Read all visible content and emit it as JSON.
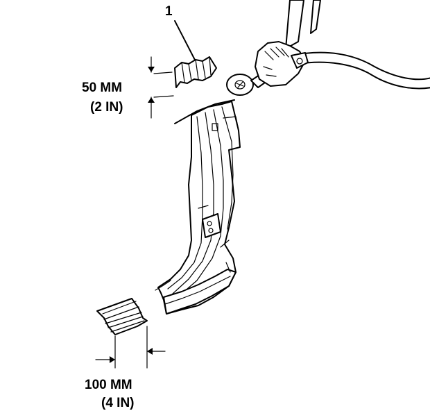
{
  "callout_number": "1",
  "upper_dimension": {
    "metric": "50 MM",
    "imperial": "(2 IN)"
  },
  "lower_dimension": {
    "metric": "100 MM",
    "imperial": "(4 IN)"
  },
  "icons": [
    "cut-off-wheel-tool-icon",
    "hand-icon"
  ]
}
